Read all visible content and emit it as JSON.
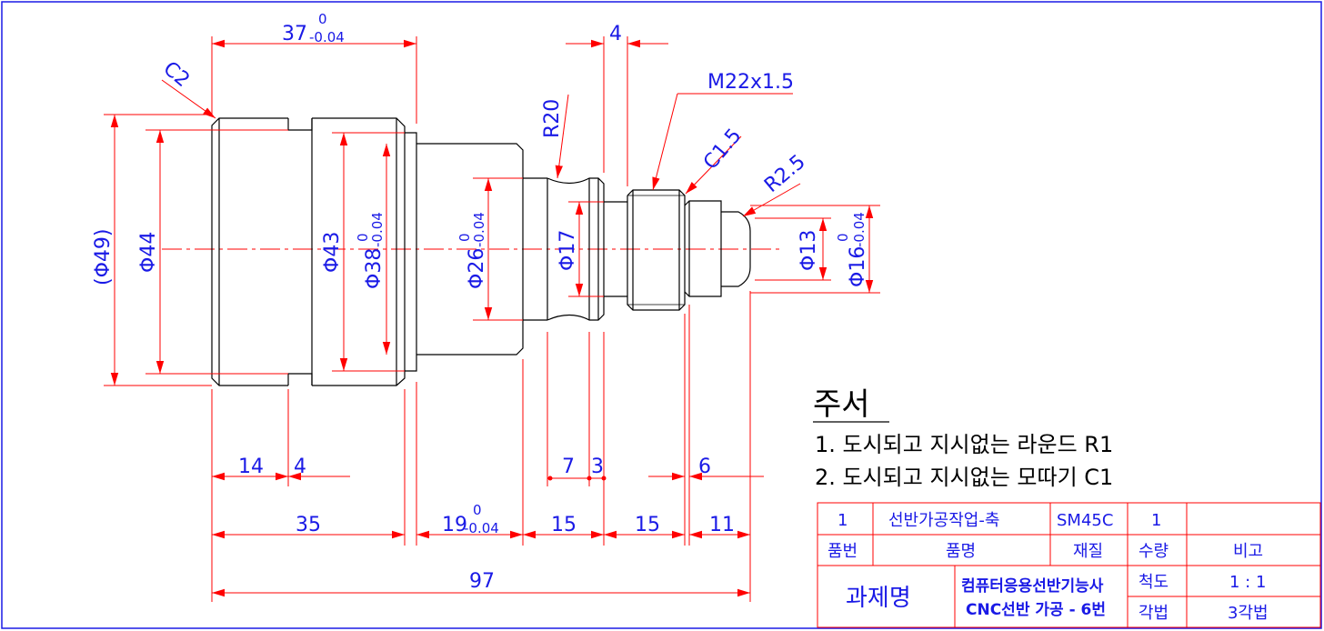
{
  "drawing": {
    "dims": {
      "d37": "37",
      "d37_tol_up": "0",
      "d37_tol_dn": "-0.04",
      "d4_top": "4",
      "c2": "C2",
      "r20": "R20",
      "m22": "M22x1.5",
      "c15": "C1.5",
      "r25": "R2.5",
      "dia49": "(Φ49)",
      "dia44": "Φ44",
      "dia43": "Φ43",
      "dia38": "Φ38",
      "dia38_tol_up": "0",
      "dia38_tol_dn": "-0.04",
      "dia26": "Φ26",
      "dia26_tol_up": "0",
      "dia26_tol_dn": "-0.04",
      "dia17": "Φ17",
      "dia13": "Φ13",
      "dia16": "Φ16",
      "dia16_tol_up": "0",
      "dia16_tol_dn": "-0.04",
      "d14": "14",
      "d4_bot": "4",
      "d7": "7",
      "d3": "3",
      "d6": "6",
      "d35": "35",
      "d19": "19",
      "d19_tol_up": "0",
      "d19_tol_dn": "-0.04",
      "d15a": "15",
      "d15b": "15",
      "d11": "11",
      "d97": "97"
    },
    "notes": {
      "title": "주서",
      "line1": "1. 도시되고 지시없는 라운드 R1",
      "line2": "2. 도시되고 지시없는 모따기 C1"
    },
    "title_block": {
      "row1": {
        "no": "1",
        "part_name": "선반가공작업-축",
        "material": "SM45C",
        "qty": "1",
        "remark": ""
      },
      "headers": {
        "no": "품번",
        "part_name": "품명",
        "material": "재질",
        "qty": "수량",
        "remark": "비고"
      },
      "project_label": "과제명",
      "project_line1": "컴퓨터응용선반기능사",
      "project_line2": "CNC선반 가공 - 6번",
      "scale_label": "척도",
      "scale_value": "1 : 1",
      "projection_label": "각법",
      "projection_value": "3각법"
    },
    "colors": {
      "outline": "#000000",
      "dimension": "#1a1ae6",
      "arrow": "#ff0000",
      "extension": "#ff0000"
    }
  }
}
